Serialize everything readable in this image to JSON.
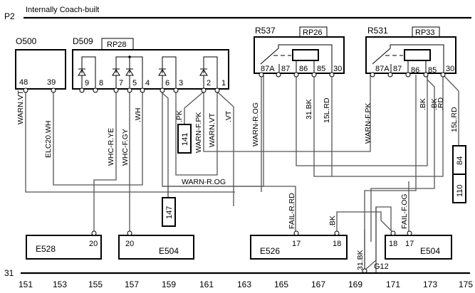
{
  "header": {
    "bus_top_label": "P2",
    "title": "Internally  Coach-built",
    "bus_bottom_label": "31"
  },
  "grid": [
    "151",
    "153",
    "155",
    "157",
    "159",
    "161",
    "163",
    "165",
    "167",
    "169",
    "171",
    "173",
    "175"
  ],
  "components": {
    "o500": {
      "name": "O500",
      "pins": [
        "48",
        "39"
      ]
    },
    "d509": {
      "name": "D509",
      "ref": "RP28",
      "pins": [
        "9",
        "8",
        "7",
        "5",
        "4",
        "6",
        "3",
        "2",
        "1"
      ]
    },
    "r537": {
      "name": "R537",
      "ref": "RP26",
      "pins": [
        "87A",
        "87",
        "86",
        "85",
        "30"
      ]
    },
    "r531": {
      "name": "R531",
      "ref": "RP33",
      "pins": [
        "87A",
        "87",
        "86",
        "85",
        "30"
      ]
    },
    "e528": {
      "name": "E528",
      "pins": [
        "20"
      ]
    },
    "e504_left": {
      "name": "E504",
      "pins": [
        "20"
      ]
    },
    "e526": {
      "name": "E526",
      "pins": [
        "17",
        "18"
      ]
    },
    "e504_right": {
      "name": "E504",
      "pins": [
        "18",
        "17"
      ]
    },
    "ground": {
      "name": "G12"
    }
  },
  "connectors": {
    "c141": "141",
    "c147": "147",
    "c84": "84",
    "c110": "110"
  },
  "wires": {
    "warn_vt_48": "WARN.VT",
    "elc20_wh": "ELC20.WH",
    "whc_r_ye": "WHC-R.YE",
    "whc_f_gy": "WHC-F.GY",
    "wh": ".WH",
    "pk": ".PK",
    "warn_f_pk_d": "WARN-F.PK",
    "warn_vt_d": "WARN.VT",
    "vt": ".VT",
    "warn_r_og_h": "WARN-R.OG",
    "warn_r_og_v": "WARN-R.OG",
    "bk31_r537": "31.BK",
    "l15_rd_r537": "15L.RD",
    "warn_f_pk_r531": "WARN-F.PK",
    "bk_a": ".BK",
    "bk_b": ".BK",
    "rd": ".RD",
    "l15_rd_r531": "15L.RD",
    "fail_r_rd": "FAIL-R.RD",
    "bk_e526": ".BK",
    "fail_f_og": "FAIL-F.OG",
    "bk31_ground": "31.BK"
  }
}
